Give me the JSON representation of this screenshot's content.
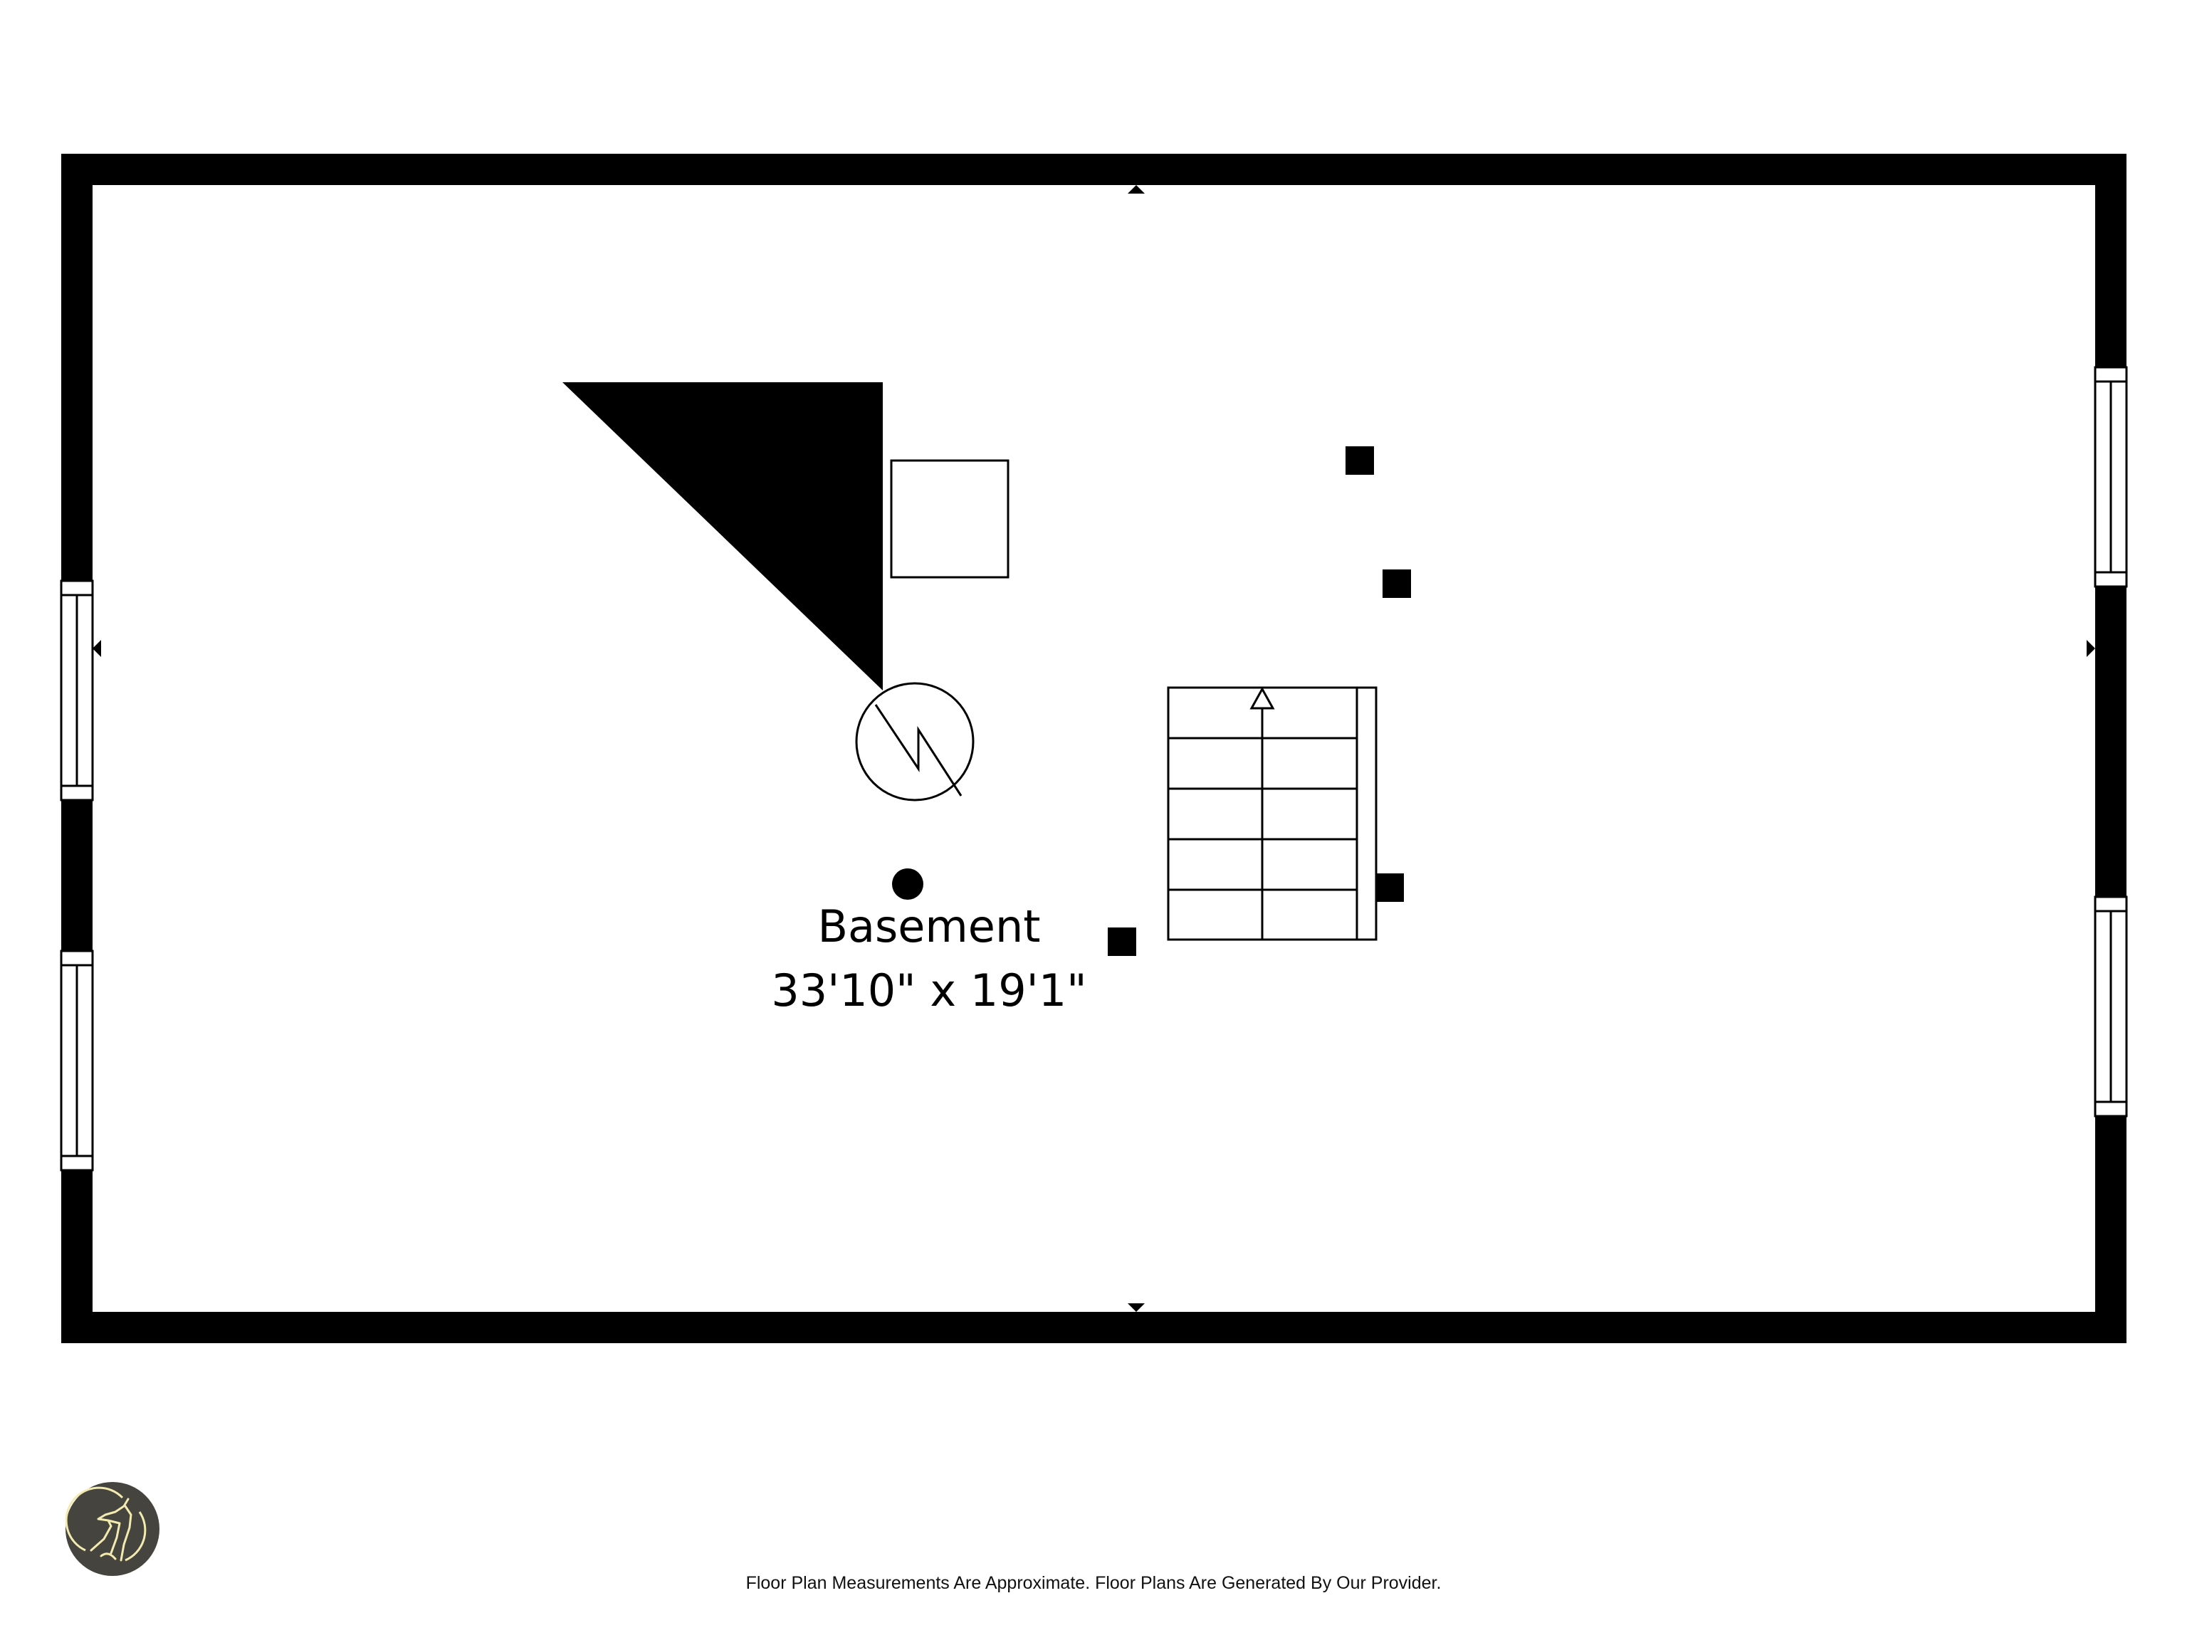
{
  "floor_plan": {
    "room": {
      "name": "Basement",
      "dimensions": "33'10\" x 19'1\""
    },
    "fixtures": {
      "water_heater_icon": "water-heater-icon",
      "furnace": "triangle-fixture",
      "stairs_direction": "up"
    },
    "colors": {
      "wall": "#000000",
      "background": "#ffffff",
      "logo_bg": "#45443f",
      "logo_line": "#f3eab0"
    }
  },
  "footer": {
    "disclaimer": "Floor Plan Measurements Are Approximate. Floor Plans Are Generated By Our Provider."
  },
  "branding": {
    "logo_icon": "howling-wolf-logo-icon"
  }
}
